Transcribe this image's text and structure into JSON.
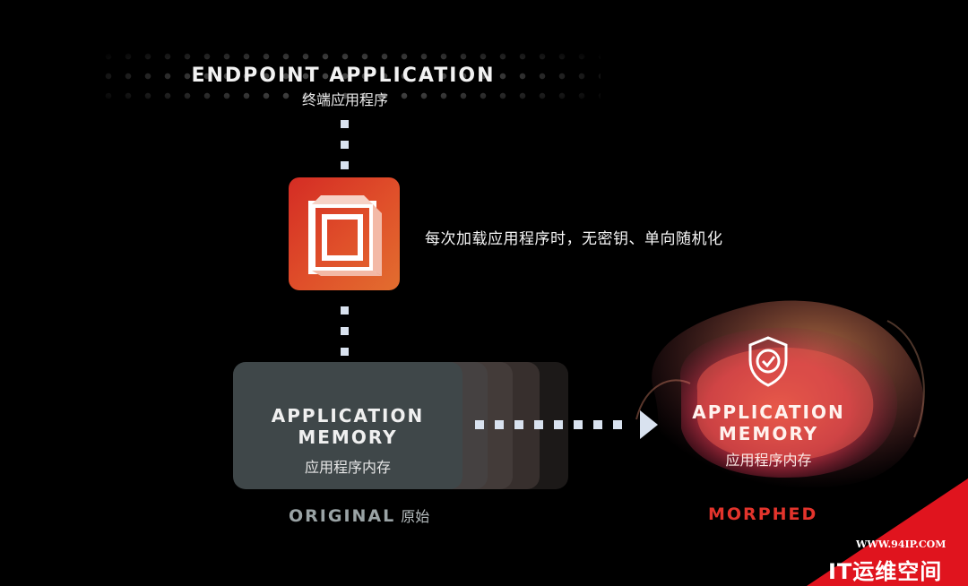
{
  "endpoint": {
    "title": "ENDPOINT APPLICATION",
    "subtitle": "终端应用程序"
  },
  "caption": "每次加载应用程序时，无密钥、单向随机化",
  "original": {
    "card_title_line1": "APPLICATION",
    "card_title_line2": "MEMORY",
    "card_subtitle": "应用程序内存",
    "label": "ORIGINAL",
    "label_cn": "原始"
  },
  "morphed": {
    "card_title_line1": "APPLICATION",
    "card_title_line2": "MEMORY",
    "card_subtitle": "应用程序内存",
    "label": "MORPHED",
    "icon": "shield-check-icon"
  },
  "watermark": {
    "url": "WWW.94IP.COM",
    "name": "IT运维空间"
  },
  "colors": {
    "background": "#000000",
    "accent_red": "#e3342c",
    "connector": "#d9e2ef",
    "card_gray": "#3f4749",
    "logo_orange": "#e0502a"
  }
}
